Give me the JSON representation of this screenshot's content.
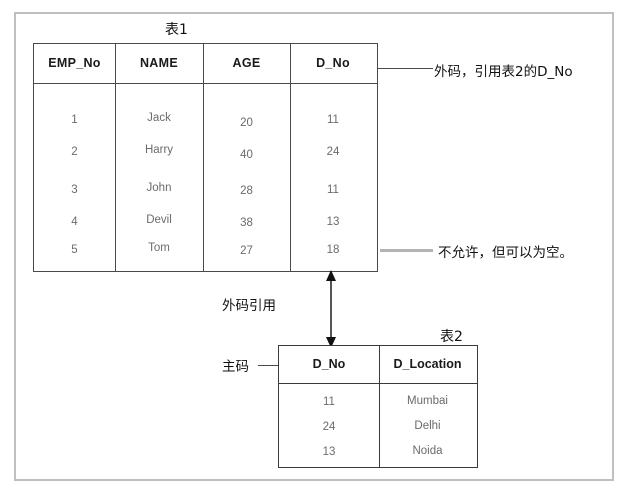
{
  "diagram": {
    "title_table1": "表1",
    "title_table2": "表2",
    "annotation_foreign_key": "外码，引用表2的D_No",
    "annotation_not_allowed": "不允许，但可以为空。",
    "label_fk_reference": "外码引用",
    "label_primary_key": "主码",
    "colors": {
      "frame": "#c0c0c0",
      "table_border": "#4a4a4a",
      "header_text": "#1a1a1a",
      "cell_text": "#6b6b6b",
      "connector_dark": "#4a4a4a",
      "connector_grey": "#b3b3b3"
    }
  },
  "table1": {
    "name": "表1",
    "columns": [
      "EMP_No",
      "NAME",
      "AGE",
      "D_No"
    ],
    "rows": [
      [
        "1",
        "Jack",
        "20",
        "11"
      ],
      [
        "2",
        "Harry",
        "40",
        "24"
      ],
      [
        "3",
        "John",
        "28",
        "11"
      ],
      [
        "4",
        "Devil",
        "38",
        "13"
      ],
      [
        "5",
        "Tom",
        "27",
        "18"
      ]
    ]
  },
  "table2": {
    "name": "表2",
    "columns": [
      "D_No",
      "D_Location"
    ],
    "rows": [
      [
        "11",
        "Mumbai"
      ],
      [
        "24",
        "Delhi"
      ],
      [
        "13",
        "Noida"
      ]
    ]
  }
}
